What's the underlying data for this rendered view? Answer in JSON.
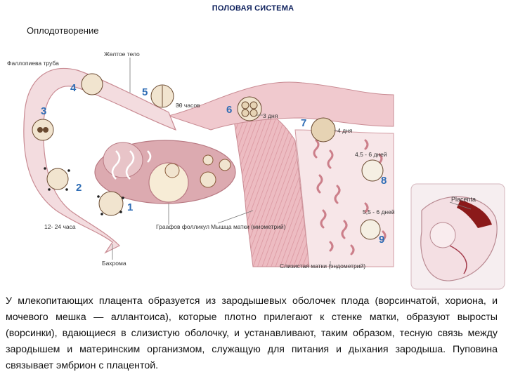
{
  "header": {
    "title": "ПОЛОВАЯ СИСТЕМА",
    "subtitle": "Оплодотворение"
  },
  "labels": {
    "yellow_body": "Желтое тело",
    "fallopian_tube": "Фаллопиева труба",
    "hours_30": "30 часов",
    "days_3": "3 дня",
    "days_4": "4 дня",
    "days_4_5_6": "4,5 - 6 дней",
    "days_5_5_6": "5,5 - 6 дней",
    "hours_12_24": "12- 24 часа",
    "graafian_follicle": "Граафов фолликул",
    "uterus_muscle": "Мышца матки (миометрий)",
    "fimbria": "Бахрома",
    "endometrium": "Слизистая матки (эндометрий)",
    "placenta": "Placenta"
  },
  "stages": [
    "1",
    "2",
    "3",
    "4",
    "5",
    "6",
    "7",
    "8",
    "9"
  ],
  "colors": {
    "stage_number": "#2f6db5",
    "title": "#0b1e5b",
    "tissue": "#e6b7bd",
    "ovary": "#dcaab0",
    "cell": "#f1e4cf",
    "placenta": "#8b1a1a"
  },
  "caption": "У млекопитающих плацента образуется из зародышевых оболочек плода (ворсинчатой, хориона, и мочевого мешка — аллантоиса), которые плотно прилегают к стенке матки, образуют выросты (ворсинки), вдающиеся в слизистую оболочку, и устанавливают, таким образом, тесную связь между зародышем и материнским организмом, служащую для питания и дыхания зародыша. Пуповина связывает эмбрион с плацентой."
}
